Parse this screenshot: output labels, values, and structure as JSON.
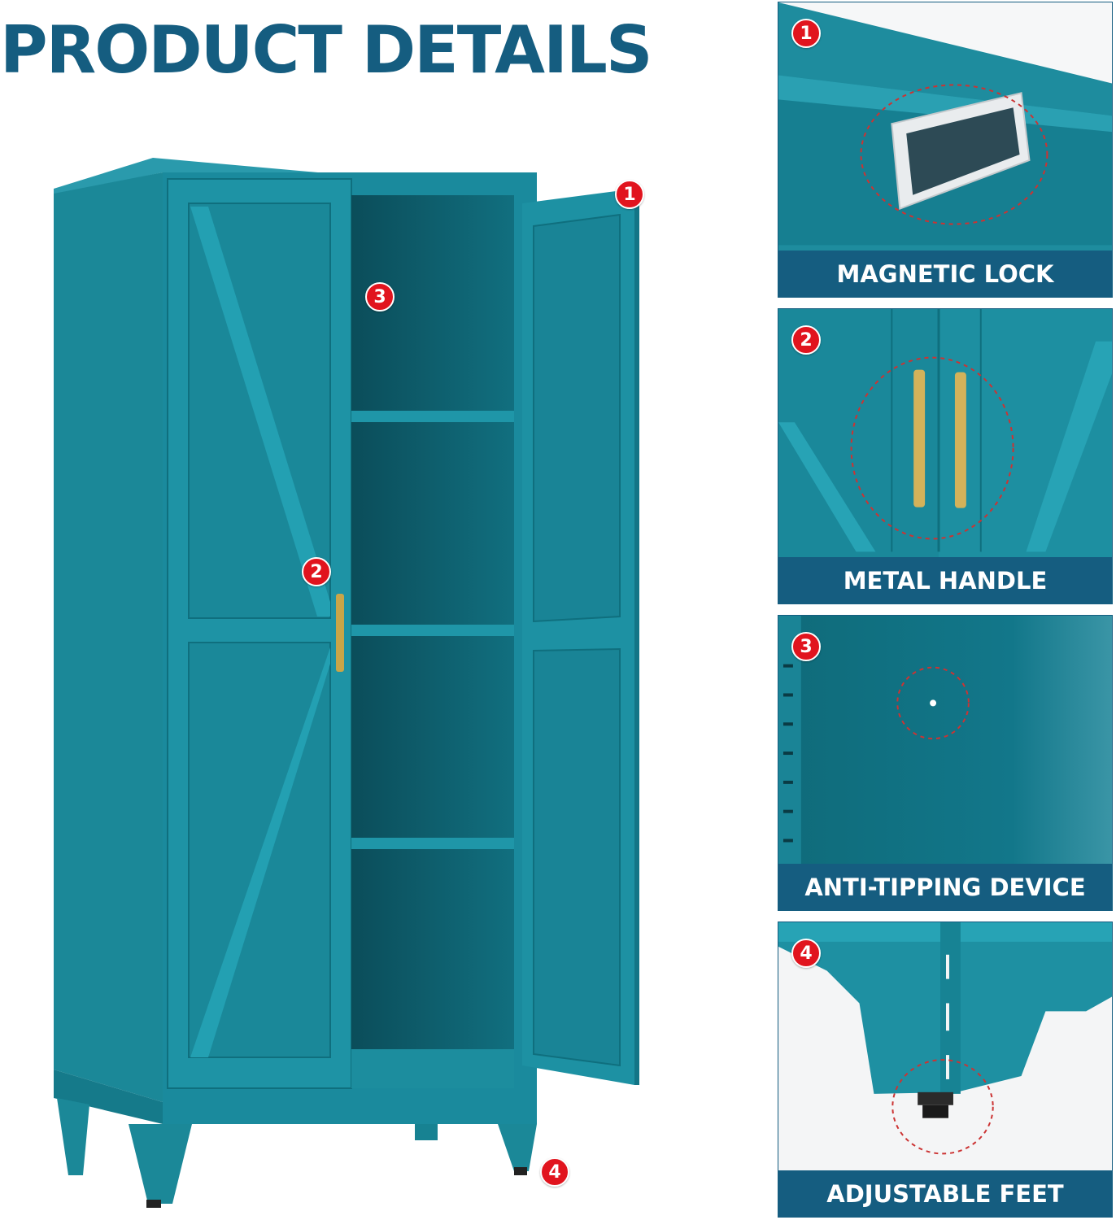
{
  "heading": "PRODUCT DETAILS",
  "markers": [
    "1",
    "2",
    "3",
    "4"
  ],
  "panels": [
    {
      "number": "1",
      "caption": "MAGNETIC LOCK",
      "icon": "magnetic-lock-closeup"
    },
    {
      "number": "2",
      "caption": "METAL HANDLE",
      "icon": "metal-handle-closeup"
    },
    {
      "number": "3",
      "caption": "ANTI-TIPPING DEVICE",
      "icon": "anti-tipping-closeup"
    },
    {
      "number": "4",
      "caption": "ADJUSTABLE FEET",
      "icon": "adjustable-feet-closeup"
    }
  ],
  "colors": {
    "brand": "#155d80",
    "marker": "#e1141e",
    "cabinet": "#1a8a9d",
    "cabinet_dark": "#0e6674",
    "handle": "#c9a548"
  }
}
